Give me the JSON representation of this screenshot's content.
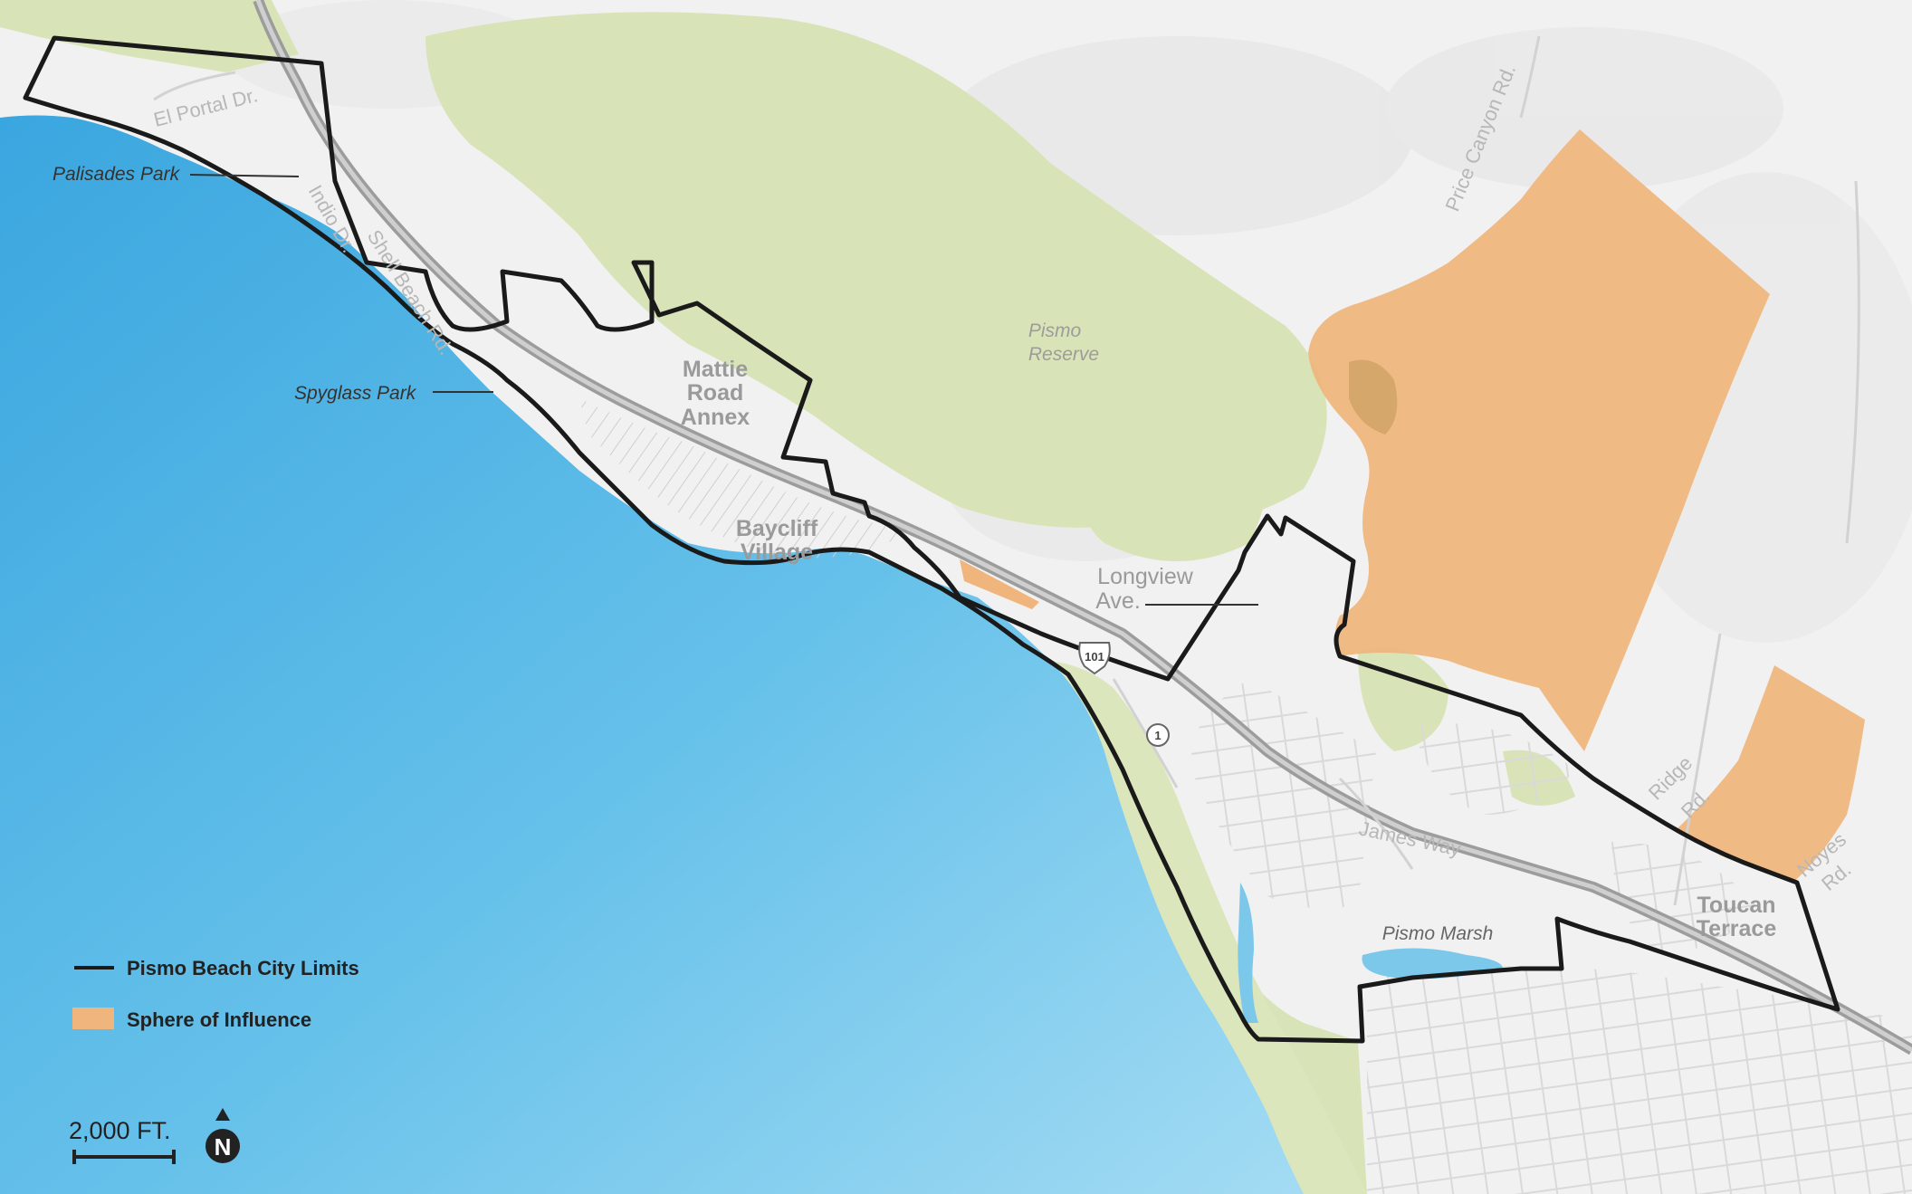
{
  "map": {
    "labels": {
      "el_portal": "El Portal Dr.",
      "indio": "Indio Dr.",
      "shell_beach": "Shell Beach Rd.",
      "price_canyon": "Price Canyon Rd.",
      "palisades": "Palisades Park",
      "spyglass": "Spyglass Park",
      "mattie1": "Mattie",
      "mattie2": "Road",
      "mattie3": "Annex",
      "baycliff1": "Baycliff",
      "baycliff2": "Village",
      "pismo_reserve1": "Pismo",
      "pismo_reserve2": "Reserve",
      "longview1": "Longview",
      "longview2": "Ave.",
      "ridge1": "Ridge",
      "ridge2": "Rd.",
      "noyes1": "Noyes",
      "noyes2": "Rd.",
      "james_way": "James Way",
      "toucan1": "Toucan",
      "toucan2": "Terrace",
      "pismo_marsh": "Pismo Marsh",
      "hwy101": "101",
      "hwy1": "1"
    },
    "legend": {
      "city_limits": "Pismo Beach City Limits",
      "sphere": "Sphere of Influence"
    },
    "scale": "2,000 FT.",
    "north": "N",
    "colors": {
      "ocean": "#5fbde6",
      "sphere": "#f0b57c",
      "green": "#d6e3b5",
      "boundary": "#1a1a1a",
      "land": "#efefef"
    }
  }
}
